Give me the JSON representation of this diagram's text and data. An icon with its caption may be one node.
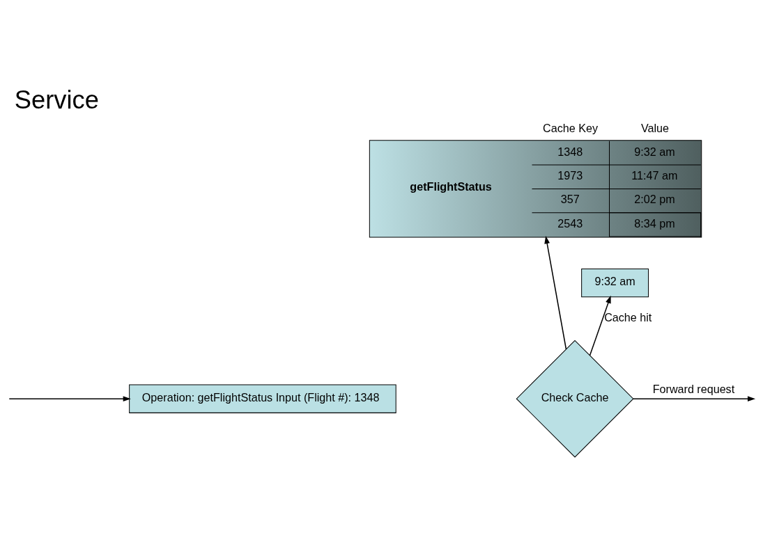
{
  "diagram": {
    "title": "Service",
    "nodes": [
      {
        "text": [
          "Cache Key",
          "Value",
          "getFlightStatus",
          "1348",
          "9:32 am",
          "1973",
          "11:47 am",
          "357",
          "2:02 pm",
          "2543",
          "8:34 pm"
        ]
      },
      {
        "text": [
          "Operation: getFlightStatus Input (Flight #): 1348"
        ]
      },
      {
        "text": [
          "Check Cache"
        ]
      },
      {
        "text": [
          "9:32 am"
        ]
      }
    ],
    "edges": [
      {
        "from": null,
        "to": 1,
        "arrow": "to"
      },
      {
        "from": 2,
        "to": 0,
        "arrow": "to"
      },
      {
        "from": 2,
        "to": null,
        "arrow": "to",
        "label": "Forward request"
      },
      {
        "from": 2,
        "to": 3,
        "arrow": "to",
        "label": "Cache hit"
      }
    ]
  }
}
